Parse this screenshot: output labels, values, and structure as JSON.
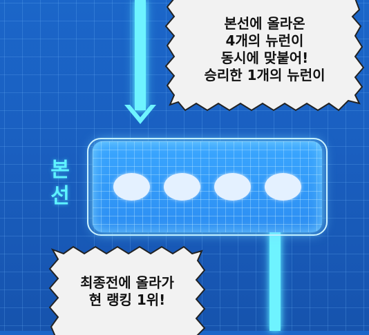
{
  "top_bubble": {
    "lines": [
      "본선에 올라온",
      "4개의 뉴런이",
      "동시에 맞붙어!",
      "승리한 1개의 뉴런이"
    ]
  },
  "bottom_bubble": {
    "lines": [
      "최종전에 올라가",
      "현 랭킹 1위!"
    ]
  },
  "stage": {
    "label_line1": "본",
    "label_line2": "선",
    "neuron_count": 4
  },
  "colors": {
    "background": "#1a5fc0",
    "glow": "#6ef3ff",
    "node_box": "#3aa7ff",
    "neuron": "#e4f1ff"
  }
}
